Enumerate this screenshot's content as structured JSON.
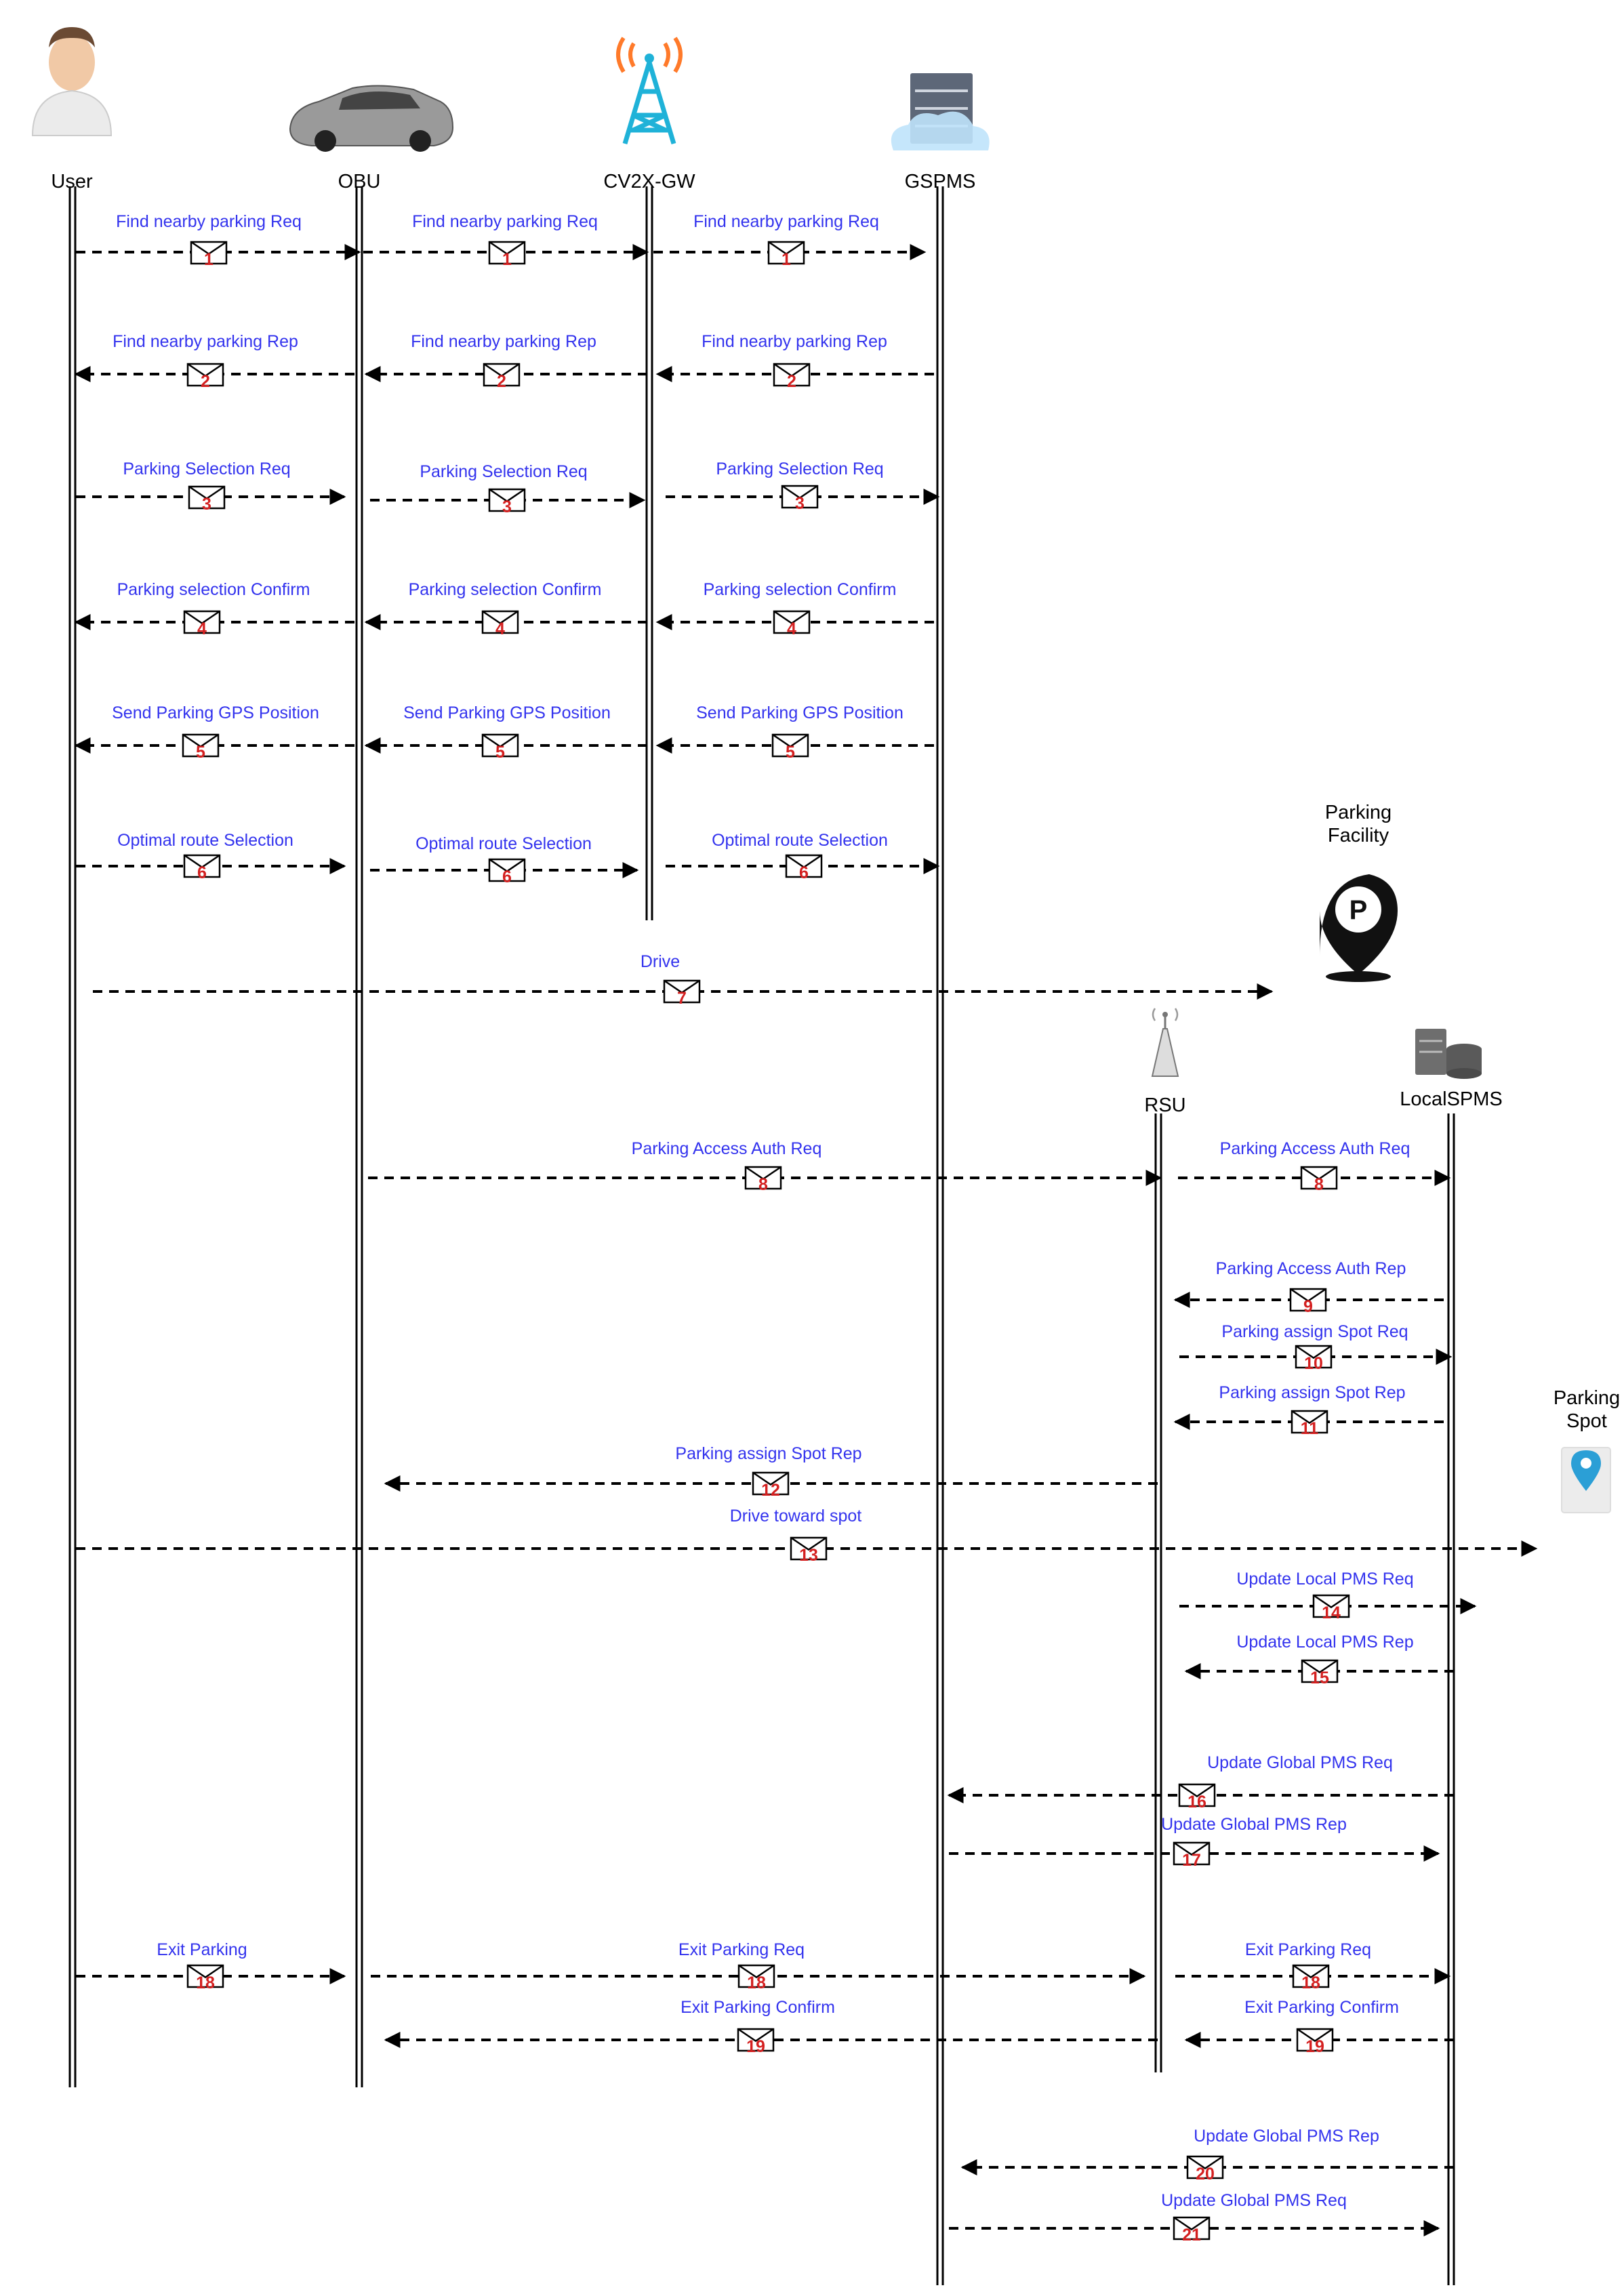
{
  "actors": {
    "user": {
      "label": "User",
      "icon": "user-avatar-icon"
    },
    "obu": {
      "label": "OBU",
      "icon": "car-icon"
    },
    "cv2xgw": {
      "label": "CV2X-GW",
      "icon": "cell-tower-icon"
    },
    "gspms": {
      "label": "GSPMS",
      "icon": "server-cloud-icon"
    },
    "facility": {
      "label": "Parking\nFacility",
      "icon": "parking-pin-icon"
    },
    "rsu": {
      "label": "RSU",
      "icon": "antenna-icon"
    },
    "localspms": {
      "label": "LocalSPMS",
      "icon": "server-stack-icon"
    },
    "spot": {
      "label": "Parking\nSpot",
      "icon": "location-pin-icon"
    }
  },
  "messages": [
    {
      "label": "Find nearby parking Req",
      "num": "1"
    },
    {
      "label": "Find nearby parking Req",
      "num": "1"
    },
    {
      "label": "Find nearby parking Req",
      "num": "1"
    },
    {
      "label": "Find nearby parking Rep",
      "num": "2"
    },
    {
      "label": "Find nearby parking Rep",
      "num": "2"
    },
    {
      "label": "Find nearby parking Rep",
      "num": "2"
    },
    {
      "label": "Parking Selection Req",
      "num": "3"
    },
    {
      "label": "Parking Selection Req",
      "num": "3"
    },
    {
      "label": "Parking Selection Req",
      "num": "3"
    },
    {
      "label": "Parking selection Confirm",
      "num": "4"
    },
    {
      "label": "Parking selection Confirm",
      "num": "4"
    },
    {
      "label": "Parking selection Confirm",
      "num": "4"
    },
    {
      "label": "Send Parking GPS Position",
      "num": "5"
    },
    {
      "label": "Send Parking GPS Position",
      "num": "5"
    },
    {
      "label": "Send Parking GPS Position",
      "num": "5"
    },
    {
      "label": "Optimal route Selection",
      "num": "6"
    },
    {
      "label": "Optimal route Selection",
      "num": "6"
    },
    {
      "label": "Optimal route Selection",
      "num": "6"
    },
    {
      "label": "Drive",
      "num": "7"
    },
    {
      "label": "Parking Access Auth Req",
      "num": "8"
    },
    {
      "label": "Parking Access Auth Req",
      "num": "8"
    },
    {
      "label": "Parking Access Auth Rep",
      "num": "9"
    },
    {
      "label": "Parking assign Spot  Req",
      "num": "10"
    },
    {
      "label": "Parking assign Spot Rep",
      "num": "11"
    },
    {
      "label": "Parking assign Spot Rep",
      "num": "12"
    },
    {
      "label": "Drive toward spot",
      "num": "13"
    },
    {
      "label": "Update Local PMS Req",
      "num": "14"
    },
    {
      "label": "Update Local PMS Rep",
      "num": "15"
    },
    {
      "label": "Update Global  PMS Req",
      "num": "16"
    },
    {
      "label": "Update Global PMS Rep",
      "num": "17"
    },
    {
      "label": "Exit Parking",
      "num": "18"
    },
    {
      "label": "Exit Parking Req",
      "num": "18"
    },
    {
      "label": "Exit Parking Req",
      "num": "18"
    },
    {
      "label": "Exit Parking Confirm",
      "num": "19"
    },
    {
      "label": "Exit Parking Confirm",
      "num": "19"
    },
    {
      "label": "Update Global  PMS Rep",
      "num": "20"
    },
    {
      "label": "Update Global PMS Req",
      "num": "21"
    }
  ]
}
